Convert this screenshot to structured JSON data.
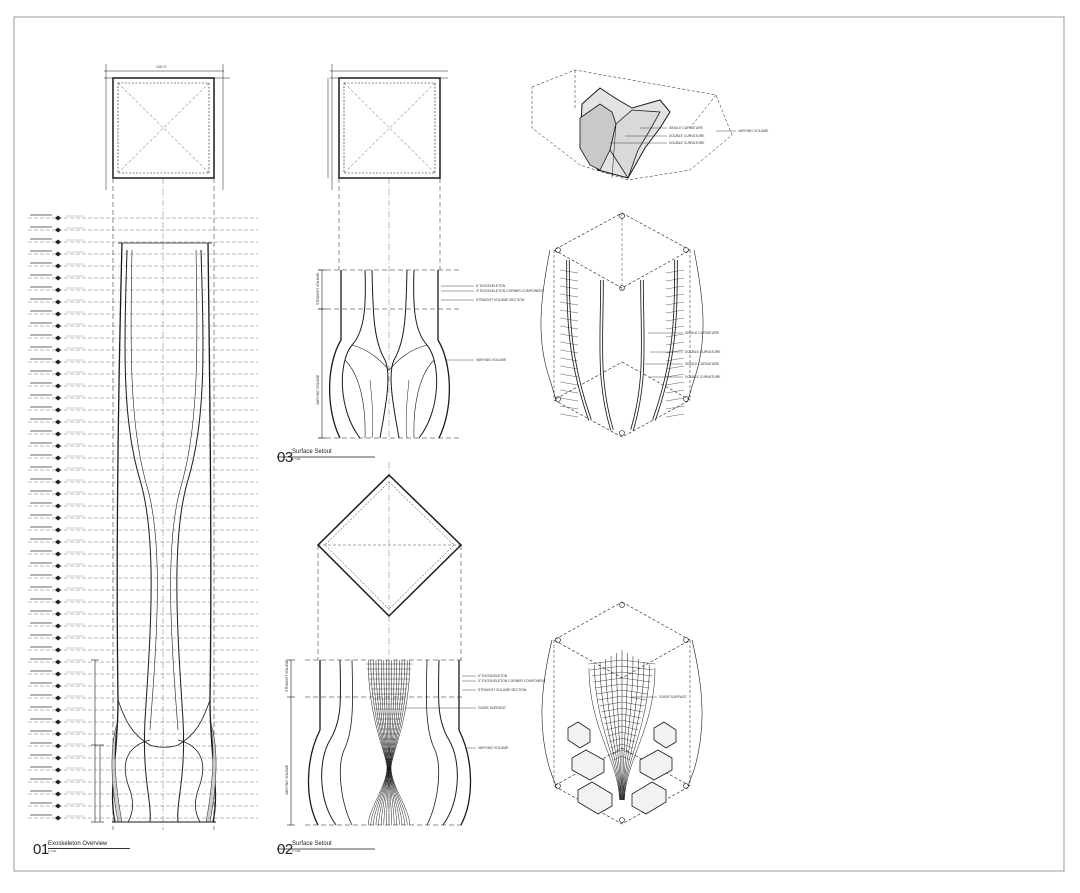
{
  "drawings": [
    {
      "number": "01",
      "name": "Exoskeleton Overview",
      "scale": "1\"=10'"
    },
    {
      "number": "03",
      "name": "Surface Setout",
      "scale": "1\"=10'"
    },
    {
      "number": "02",
      "name": "Surface Setout",
      "scale": "1\"=10'"
    }
  ],
  "annotations": {
    "setout_top": [
      "6\" EXOSKELETON",
      "3\" EXOSKELETON CORNER COMPONENT",
      "STRAIGHT VOLUME SECTION",
      "VARYING VOLUME"
    ],
    "setout_bottom": [
      "6\" EXOSKELETON",
      "3\" EXOSKELETON CORNER COMPONENT",
      "STRAIGHT VOLUME SECTION",
      "GUIDE SURFACE",
      "VARYING VOLUME"
    ],
    "corner_detail": [
      "SINGLE CURVATURE",
      "DOUBLE CURVATURE",
      "DOUBLE CURVATURE",
      "VARYING VOLUME"
    ],
    "iso_curvature": [
      "SINGLE CURVATURE",
      "DOUBLE CURVATURE",
      "SINGLE CURVATURE",
      "DOUBLE CURVATURE"
    ],
    "iso_guide": [
      "GUIDE SURFACE"
    ],
    "vertical_labels": [
      "STRAIGHT VOLUME",
      "VARYING VOLUME"
    ]
  },
  "colors": {
    "line": "#1a1a1a",
    "dash": "#555555",
    "fill": "#d4d4d4",
    "frame": "#9a9a9a"
  }
}
